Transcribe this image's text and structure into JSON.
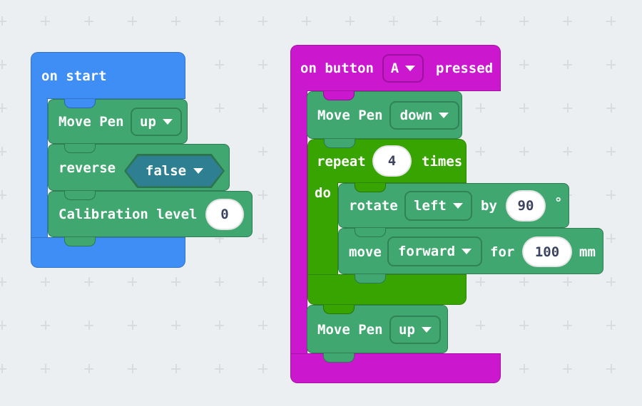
{
  "left_stack": {
    "header": "on start",
    "move_pen": {
      "label": "Move Pen",
      "value": "up"
    },
    "reverse": {
      "label": "reverse",
      "value": "false"
    },
    "calibration": {
      "label": "Calibration level",
      "value": "0"
    }
  },
  "right_stack": {
    "header_prefix": "on button",
    "button_value": "A",
    "header_suffix": "pressed",
    "move_pen_down": {
      "label": "Move Pen",
      "value": "down"
    },
    "repeat": {
      "label": "repeat",
      "count": "4",
      "times": "times",
      "do": "do"
    },
    "rotate": {
      "label": "rotate",
      "direction": "left",
      "by": "by",
      "degrees": "90",
      "unit": "°"
    },
    "move": {
      "label": "move",
      "direction": "forward",
      "for": "for",
      "distance": "100",
      "unit": "mm"
    },
    "move_pen_up": {
      "label": "Move Pen",
      "value": "up"
    }
  },
  "colors": {
    "event_blue": "#3E8EF5",
    "action_green": "#3FA76F",
    "loop_green": "#38A402",
    "input_magenta": "#CB17CD",
    "boolean_teal": "#2E7F91",
    "number_text": "#3B4360",
    "background": "#ECEFF1",
    "grid_plus": "#D8DCDF"
  }
}
